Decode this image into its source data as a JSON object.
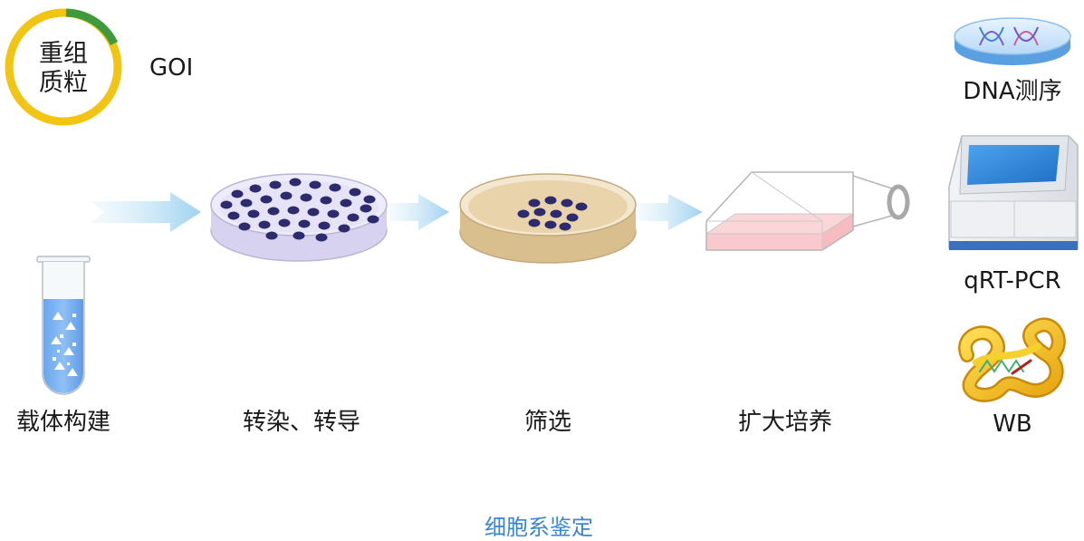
{
  "plasmid": {
    "line1": "重组",
    "line2": "质粒",
    "goi": "GOI"
  },
  "steps": [
    {
      "label": "载体构建"
    },
    {
      "label": "转染、转导"
    },
    {
      "label": "筛选"
    },
    {
      "label": "扩大培养"
    }
  ],
  "methods": [
    {
      "label": "DNA测序",
      "icon": "dna-sequencing-dish-icon"
    },
    {
      "label": "qRT-PCR",
      "icon": "pcr-machine-icon"
    },
    {
      "label": "WB",
      "icon": "protein-structure-icon"
    }
  ],
  "footer": "细胞系鉴定",
  "colors": {
    "ring_yellow": "#f2c413",
    "ring_green": "#3e9a3a",
    "arrow_blue": "#a9d8f2",
    "cell_dark": "#2d2a6e",
    "dish_lilac": "#e6e3f7",
    "dish_tan": "#e8d3aa",
    "flask_pink": "#f9c9cd",
    "tube_blue": "#7ab1ef",
    "footer_blue": "#3a86d4"
  }
}
